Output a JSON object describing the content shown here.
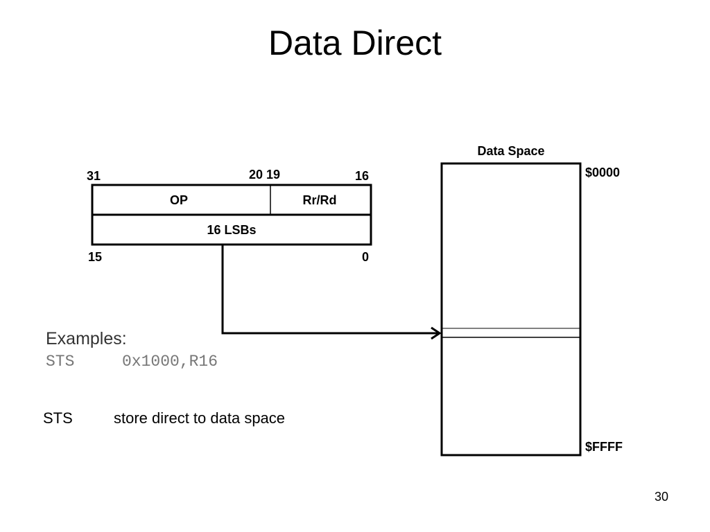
{
  "slide": {
    "title": "Data Direct",
    "page_number": "30"
  },
  "instruction": {
    "bit_labels": {
      "b31": "31",
      "b20_19": "20 19",
      "b16": "16",
      "b15": "15",
      "b0": "0"
    },
    "fields": {
      "op": "OP",
      "rr_rd": "Rr/Rd",
      "lsbs": "16 LSBs"
    }
  },
  "data_space": {
    "title": "Data Space",
    "start_address": "$0000",
    "end_address": "$FFFF"
  },
  "examples": {
    "heading": "Examples:",
    "code": {
      "mnemonic": "STS",
      "operands": "0x1000,R16"
    }
  },
  "description": {
    "mnemonic": "STS",
    "text": "store direct to data space"
  },
  "colors": {
    "line": "#000000",
    "code_text": "#777777",
    "heading_text": "#333333"
  }
}
